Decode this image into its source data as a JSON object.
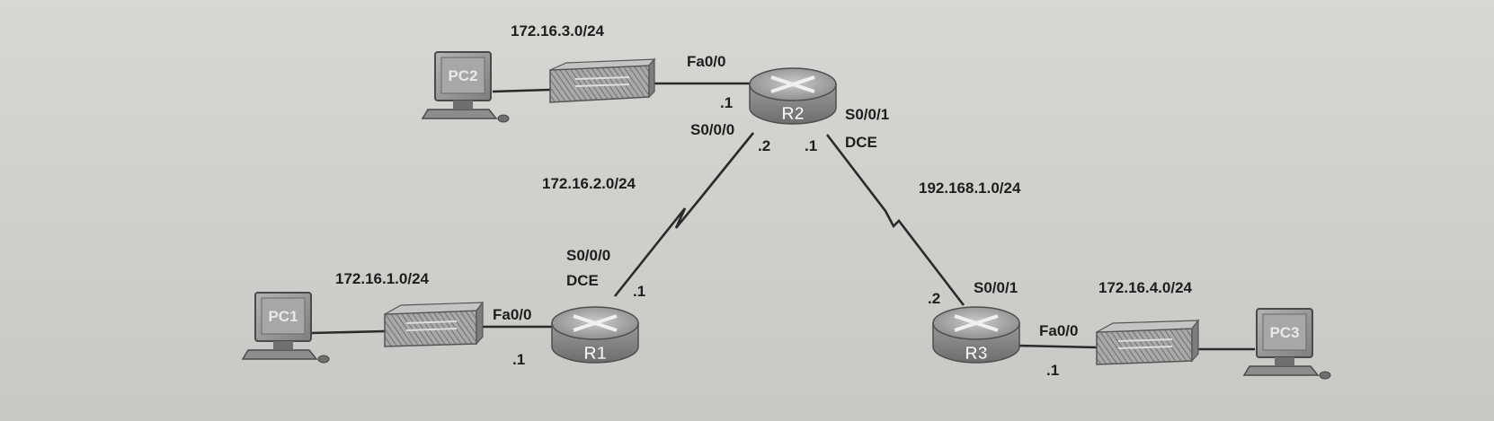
{
  "devices": {
    "r1": "R1",
    "r2": "R2",
    "r3": "R3",
    "pc1": "PC1",
    "pc2": "PC2",
    "pc3": "PC3"
  },
  "networks": {
    "lan_pc2": "172.16.3.0/24",
    "wan_r1_r2": "172.16.2.0/24",
    "wan_r2_r3": "192.168.1.0/24",
    "lan_pc1": "172.16.1.0/24",
    "lan_pc3": "172.16.4.0/24"
  },
  "interfaces": {
    "r2_fa00": "Fa0/0",
    "r2_fa00_host": ".1",
    "r2_s000": "S0/0/0",
    "r2_s000_host": ".2",
    "r2_s001": "S0/0/1",
    "r2_s001_dce": "DCE",
    "r2_s001_host": ".1",
    "r1_s000": "S0/0/0",
    "r1_s000_dce": "DCE",
    "r1_s000_host": ".1",
    "r1_fa00": "Fa0/0",
    "r1_fa00_host": ".1",
    "r3_s001": "S0/0/1",
    "r3_s001_host": ".2",
    "r3_fa00": "Fa0/0",
    "r3_fa00_host": ".1"
  }
}
